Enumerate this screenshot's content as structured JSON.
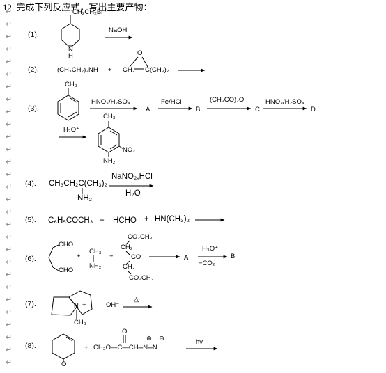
{
  "title": "12. 完成下列反应式，写出主要产物：",
  "paragraph_mark": "↵",
  "reactions": {
    "r1": {
      "number": "(1).",
      "substituent": "CH₂CH₂Br",
      "ring_n": "N",
      "ring_h": "H",
      "reagent": "NaOH"
    },
    "r2": {
      "number": "(2).",
      "amine": "(CH₃CH₂)₂NH",
      "plus": "+",
      "epoxide_o": "O",
      "epoxide_ch2": "CH₂",
      "epoxide_c": "C(CH₃)₂"
    },
    "r3": {
      "number": "(3).",
      "methyl": "CH₃",
      "reagent1": "HNO₃/H₂SO₄",
      "product_a": "A",
      "reagent2": "Fe/HCl",
      "product_b": "B",
      "reagent3": "(CH₃CO)₂O",
      "product_c": "C",
      "reagent4": "HNO₃/H₂SO₄",
      "product_d": "D",
      "reagent5": "H₃O⁺",
      "final_methyl": "CH₃",
      "final_no2": "NO₂",
      "final_nh2": "NH₂"
    },
    "r4": {
      "number": "(4).",
      "substrate": "CH₃CH₂C(CH₃)₂",
      "substrate_nh2": "NH₂",
      "reagent_top": "NaNO₂,HCl",
      "reagent_bottom": "H₂O"
    },
    "r5": {
      "number": "(5).",
      "reactant1": "C₆H₅COCH₃",
      "plus1": "+",
      "reactant2": "HCHO",
      "plus2": "+",
      "reactant3": "HN(CH₃)₂"
    },
    "r6": {
      "number": "(6).",
      "cho_top": "CHO",
      "cho_bottom": "CHO",
      "plus1": "+",
      "methyl": "CH₃",
      "amine": "NH₂",
      "plus2": "+",
      "ester_top": "CO₂CH₃",
      "ch2_top": "CH₂",
      "co": "CO",
      "ch2_bottom": "CH₂",
      "ester_bottom": "CO₂CH₃",
      "product_a": "A",
      "reagent_top": "H₃O⁺",
      "reagent_bottom": "−CO₂",
      "product_b": "B"
    },
    "r7": {
      "number": "(7).",
      "n_atom": "N",
      "charge": "+",
      "n_methyl": "CH₃",
      "hydroxide": "OH⁻",
      "heat": "△"
    },
    "r8": {
      "number": "(8).",
      "ketone_o": "O",
      "plus": "+",
      "diazo_left": "CH₃O—C—CH═N═N",
      "carbonyl_o": "O",
      "charge_plus": "⊕",
      "charge_minus": "⊖",
      "reagent": "hv"
    }
  }
}
